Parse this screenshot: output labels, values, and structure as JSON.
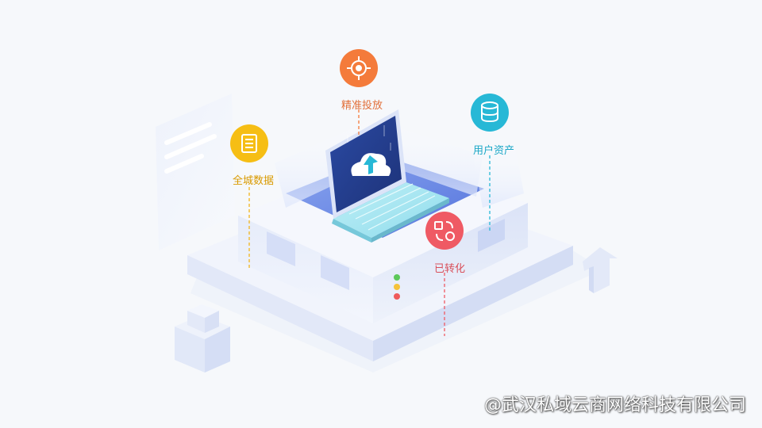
{
  "labels": {
    "precise_delivery": "精准投放",
    "user_assets": "用户资产",
    "city_data": "全城数据",
    "converted": "已转化"
  },
  "watermark": "@武汉私域云商网络科技有限公司",
  "icons": {
    "precise_delivery": "target-icon",
    "user_assets": "database-icon",
    "city_data": "document-list-icon",
    "converted": "exchange-icon",
    "laptop_screen": "cloud-upload-icon",
    "decor": "up-arrow-icon"
  },
  "colors": {
    "orange": "#f47b3b",
    "cyan": "#27b8d6",
    "yellow": "#f6be14",
    "red": "#ef5a64",
    "screen": "#233c8c",
    "platform": "#e6edfb"
  }
}
